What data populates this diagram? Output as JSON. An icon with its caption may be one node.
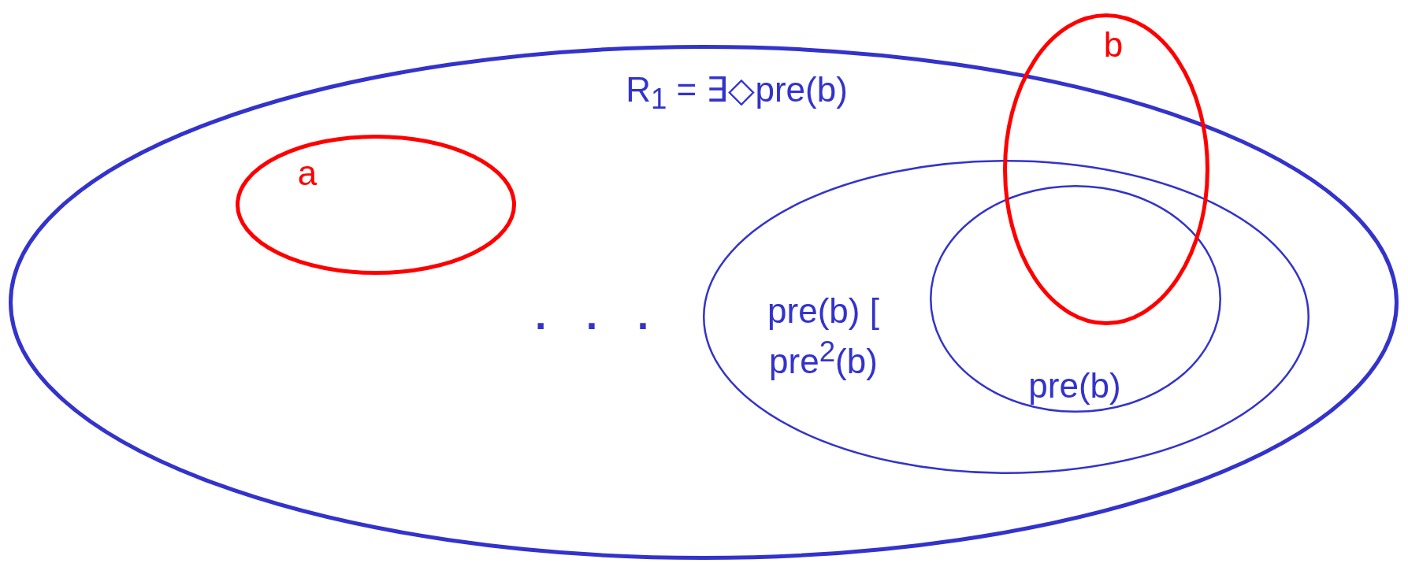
{
  "diagram": {
    "nodes": [
      {
        "text": [
          "R$_{1}$ = ∃◇pre(b)"
        ]
      },
      {
        "text": [
          "a"
        ],
        "in": 0
      },
      {
        "text": [
          "pre(b) [ pre$^{2}$(b)"
        ],
        "in": 0
      },
      {
        "text": [
          "pre(b)"
        ],
        "in": 2
      },
      {
        "text": [
          "b"
        ]
      }
    ],
    "edges": [],
    "labels": [
      ". . ."
    ]
  }
}
